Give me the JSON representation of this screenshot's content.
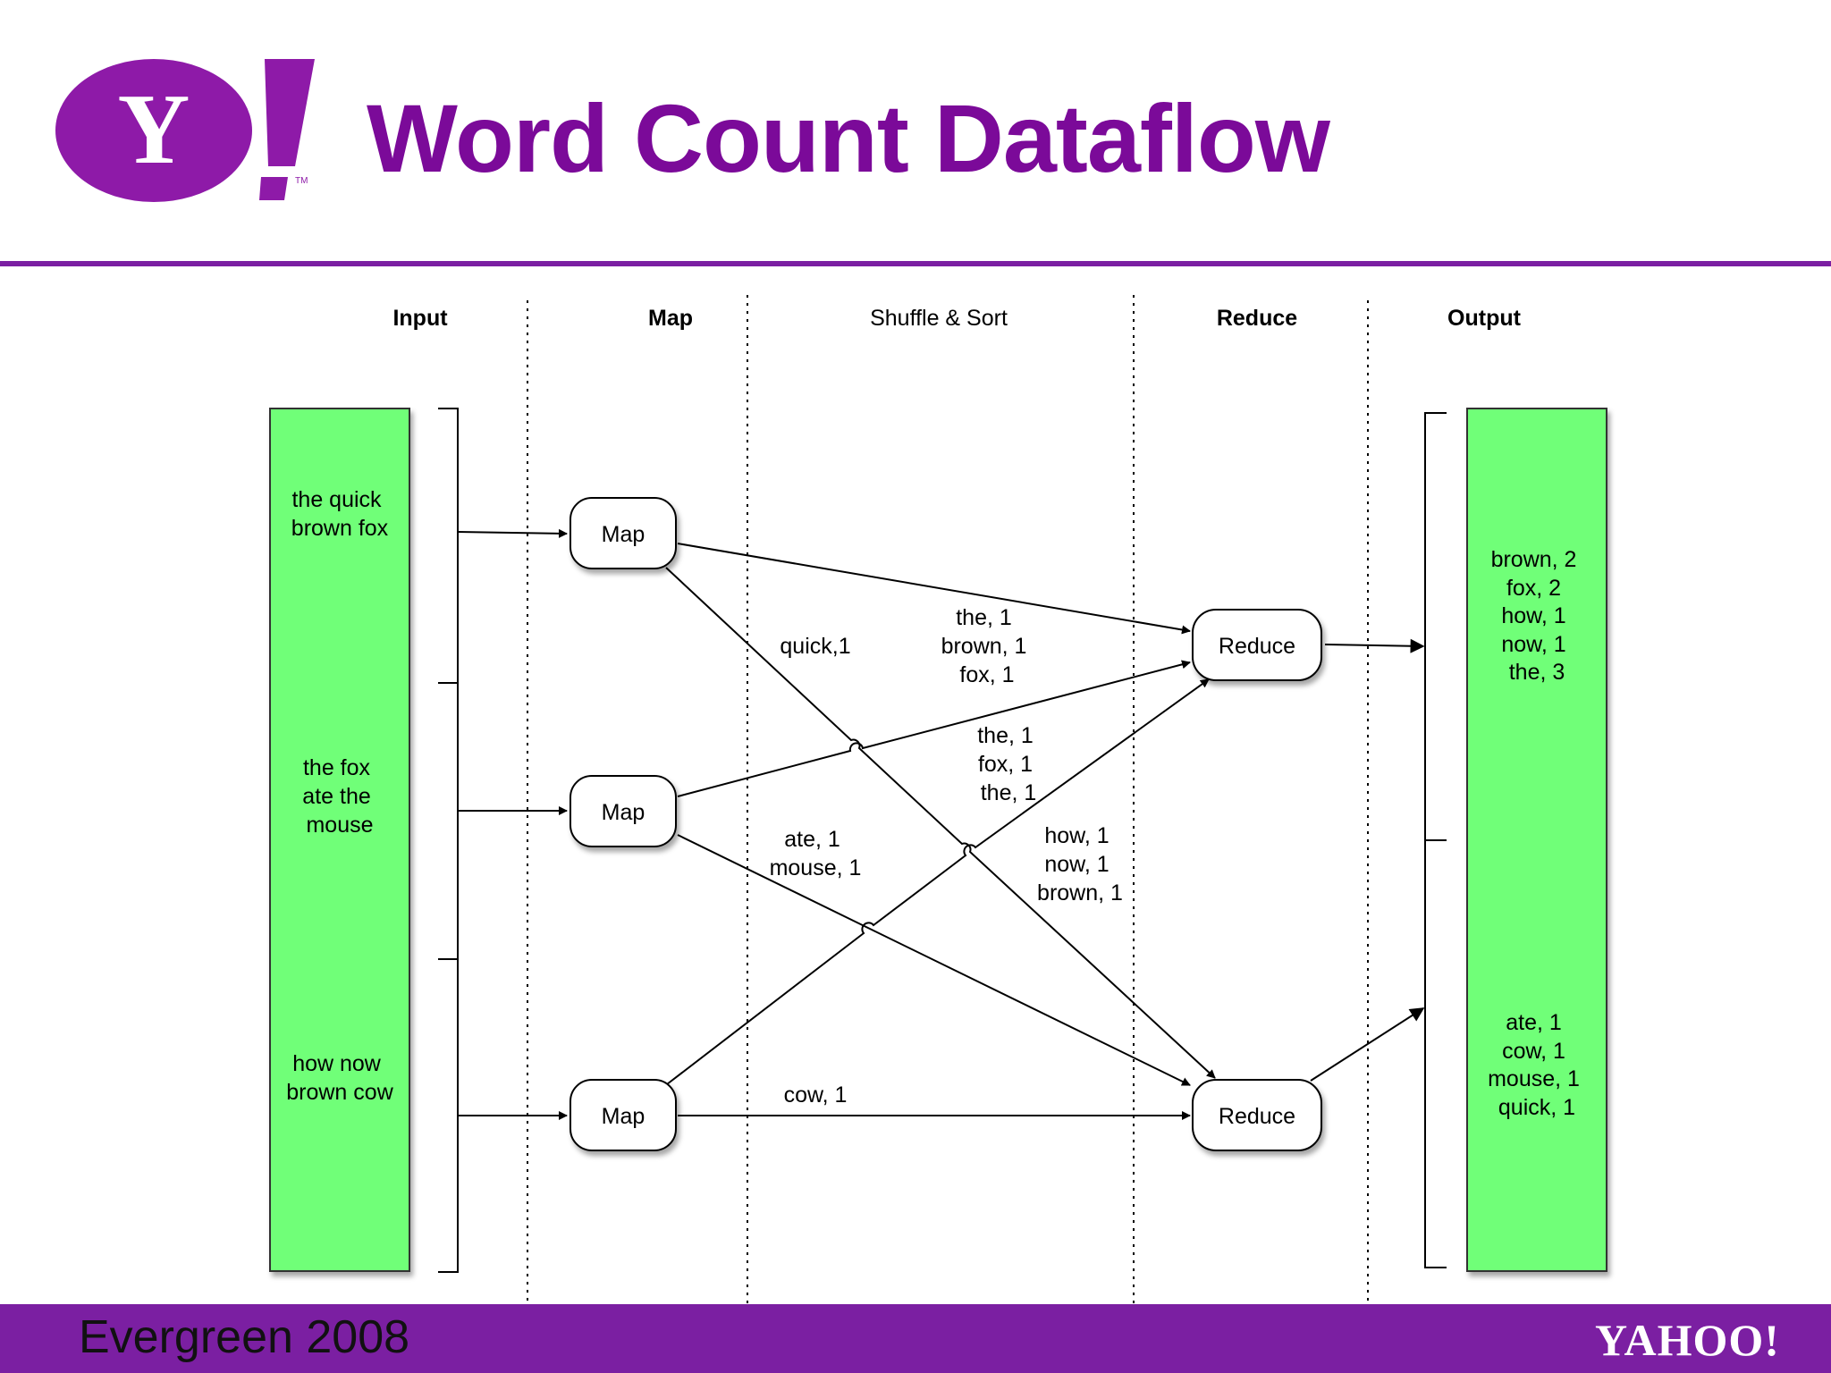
{
  "slide": {
    "title": "Word Count Dataflow",
    "footer_left": "Evergreen 2008",
    "footer_logo": "YAHOO!",
    "logo_letter": "Y",
    "logo_tm": "TM"
  },
  "colors": {
    "brand": "#7b1fa2",
    "title": "#7b0a99",
    "box_fill": "#6fff78"
  },
  "diagram": {
    "columns": [
      "Input",
      "Map",
      "Shuffle & Sort",
      "Reduce",
      "Output"
    ],
    "inputs": [
      [
        "the quick",
        "brown fox"
      ],
      [
        "the fox",
        "ate the",
        "mouse"
      ],
      [
        "how now",
        "brown cow"
      ]
    ],
    "map_label": "Map",
    "reduce_label": "Reduce",
    "edge_labels": {
      "quick": [
        "quick,1"
      ],
      "map1_reduce1": [
        "the, 1",
        "brown, 1",
        "fox, 1"
      ],
      "map2_reduce1": [
        "the, 1",
        "fox, 1",
        "the, 1"
      ],
      "map2_reduce2": [
        "ate, 1",
        "mouse, 1"
      ],
      "map3_reduce1": [
        "how, 1",
        "now, 1",
        "brown, 1"
      ],
      "map3_reduce2": [
        "cow, 1"
      ]
    },
    "outputs": [
      [
        "brown, 2",
        "fox, 2",
        "how, 1",
        "now, 1",
        "the, 3"
      ],
      [
        "ate, 1",
        "cow, 1",
        "mouse, 1",
        "quick, 1"
      ]
    ]
  }
}
